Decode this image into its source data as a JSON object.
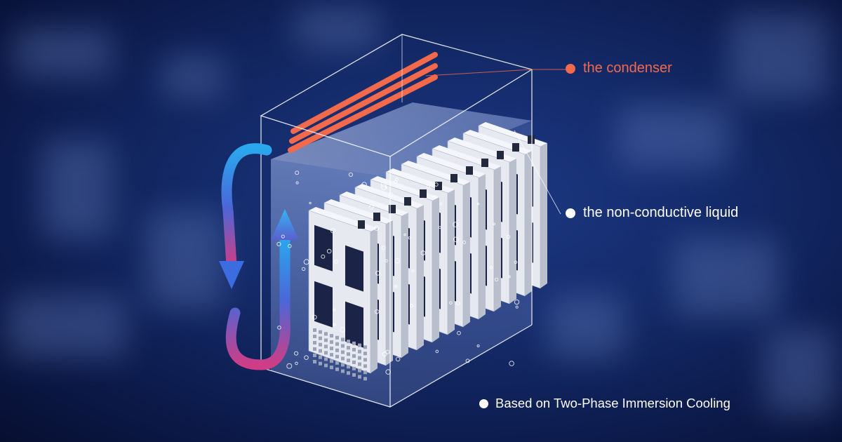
{
  "labels": {
    "condenser": "the condenser",
    "liquid": "the non-conductive liquid",
    "caption": "Based on Two-Phase Immersion Cooling"
  },
  "colors": {
    "background": "#142a69",
    "condenser": "#f26a4b",
    "label_text": "#ffffff",
    "arrow_blue": "#2aa8ee",
    "arrow_magenta": "#cf3d86",
    "server_board": "#e6e9f0"
  },
  "icons": {
    "loop_arrow": "circulation-arrow-icon",
    "bullet": "dot-icon"
  },
  "diagram": {
    "condenser_tubes": 3,
    "server_boards": 12
  }
}
